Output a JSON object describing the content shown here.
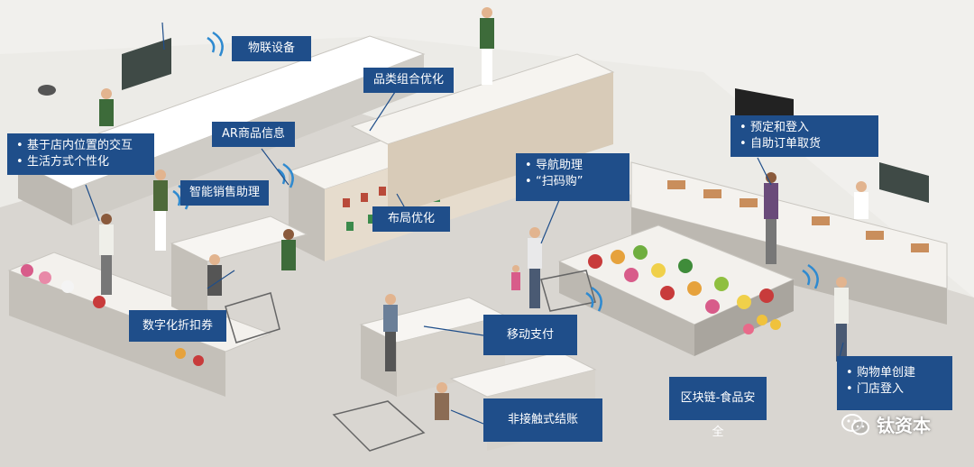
{
  "colors": {
    "label_bg": "#1f4e8a",
    "label_text": "#ffffff",
    "floor": "#d9d6d1"
  },
  "labels": {
    "iot": "物联设备",
    "category": "品类组合优化",
    "ar": "AR商品信息",
    "smart_assistant": "智能销售助理",
    "layout": "布局优化",
    "digital_coupon": "数字化折扣券",
    "mobile_pay": "移动支付",
    "contactless": "非接触式结账",
    "blockchain": "区块链-食品安全",
    "location": [
      "基于店内位置的交互",
      "生活方式个性化"
    ],
    "navigation": [
      "导航助理",
      "“扫码购”"
    ],
    "reserve": [
      "预定和登入",
      "自助订单取货"
    ],
    "shopping_list": [
      "购物单创建",
      "门店登入"
    ]
  },
  "watermark": {
    "text": "钛资本",
    "icon": "wechat-icon"
  }
}
